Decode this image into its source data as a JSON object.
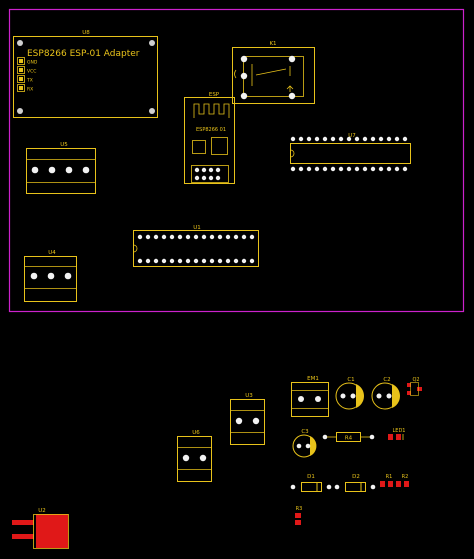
{
  "colors": {
    "background": "#000000",
    "outline": "#ff33ff",
    "silk": "#e8c21a",
    "pad_white": "#f2f2f2",
    "copper_red": "#e01818",
    "text": "#e8c21a"
  },
  "board": {
    "adapter": {
      "ref": "U8",
      "title": "ESP8266 ESP-01 Adapter",
      "pins": [
        "GND",
        "VCC",
        "TX",
        "RX"
      ]
    },
    "relay": {
      "ref": "K1"
    },
    "esp": {
      "ref": "ESP",
      "label": "ESP8266 01"
    },
    "u7": {
      "ref": "U7"
    },
    "u5": {
      "ref": "U5"
    },
    "u1": {
      "ref": "U1"
    },
    "u4": {
      "ref": "U4"
    }
  },
  "loose": {
    "u6": {
      "ref": "U6"
    },
    "u3": {
      "ref": "U3"
    },
    "em1": {
      "ref": "EM1"
    },
    "c1": {
      "ref": "C1"
    },
    "c2": {
      "ref": "C2"
    },
    "q2": {
      "ref": "Q2"
    },
    "c3": {
      "ref": "C3"
    },
    "r4": {
      "ref": "R4"
    },
    "led1": {
      "ref": "LED1"
    },
    "d1": {
      "ref": "D1"
    },
    "d2": {
      "ref": "D2"
    },
    "r1": {
      "ref": "R1"
    },
    "r2": {
      "ref": "R2"
    },
    "r3": {
      "ref": "R3"
    },
    "u2": {
      "ref": "U2"
    }
  }
}
